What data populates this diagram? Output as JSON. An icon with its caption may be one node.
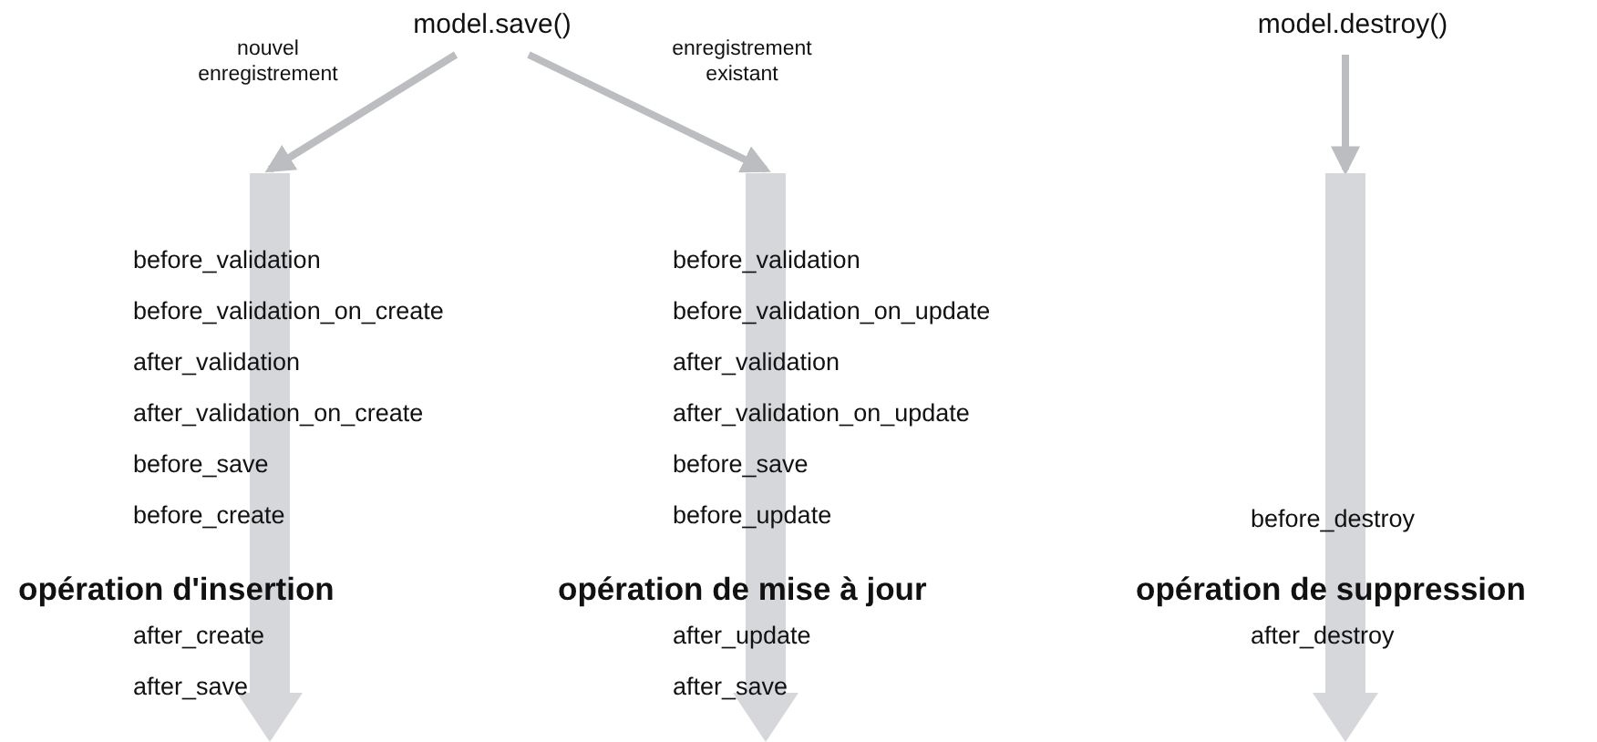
{
  "diagram": {
    "nodes": [
      {
        "text": [
          "model.save()"
        ]
      },
      {
        "text": [
          "model.destroy()"
        ]
      },
      {
        "text": [
          "before_validation",
          "before_validation_on_create",
          "after_validation",
          "after_validation_on_create",
          "before_save",
          "before_create"
        ]
      },
      {
        "text": [
          "opération d'insertion",
          "after_create",
          "after_save"
        ]
      },
      {
        "text": [
          "before_validation",
          "before_validation_on_update",
          "after_validation",
          "after_validation_on_update",
          "before_save",
          "before_update"
        ]
      },
      {
        "text": [
          "opération de mise à jour",
          "after_update",
          "after_save"
        ]
      },
      {
        "text": [
          "before_destroy"
        ]
      },
      {
        "text": [
          "opération de suppression",
          "after_destroy"
        ]
      }
    ],
    "edges": [
      {
        "from": 0,
        "to": 2,
        "arrow": "to",
        "label": "nouvel enregistrement"
      },
      {
        "from": 0,
        "to": 4,
        "arrow": "to",
        "label": "enregistrement existant"
      },
      {
        "from": 1,
        "to": 6,
        "arrow": "to"
      }
    ]
  }
}
